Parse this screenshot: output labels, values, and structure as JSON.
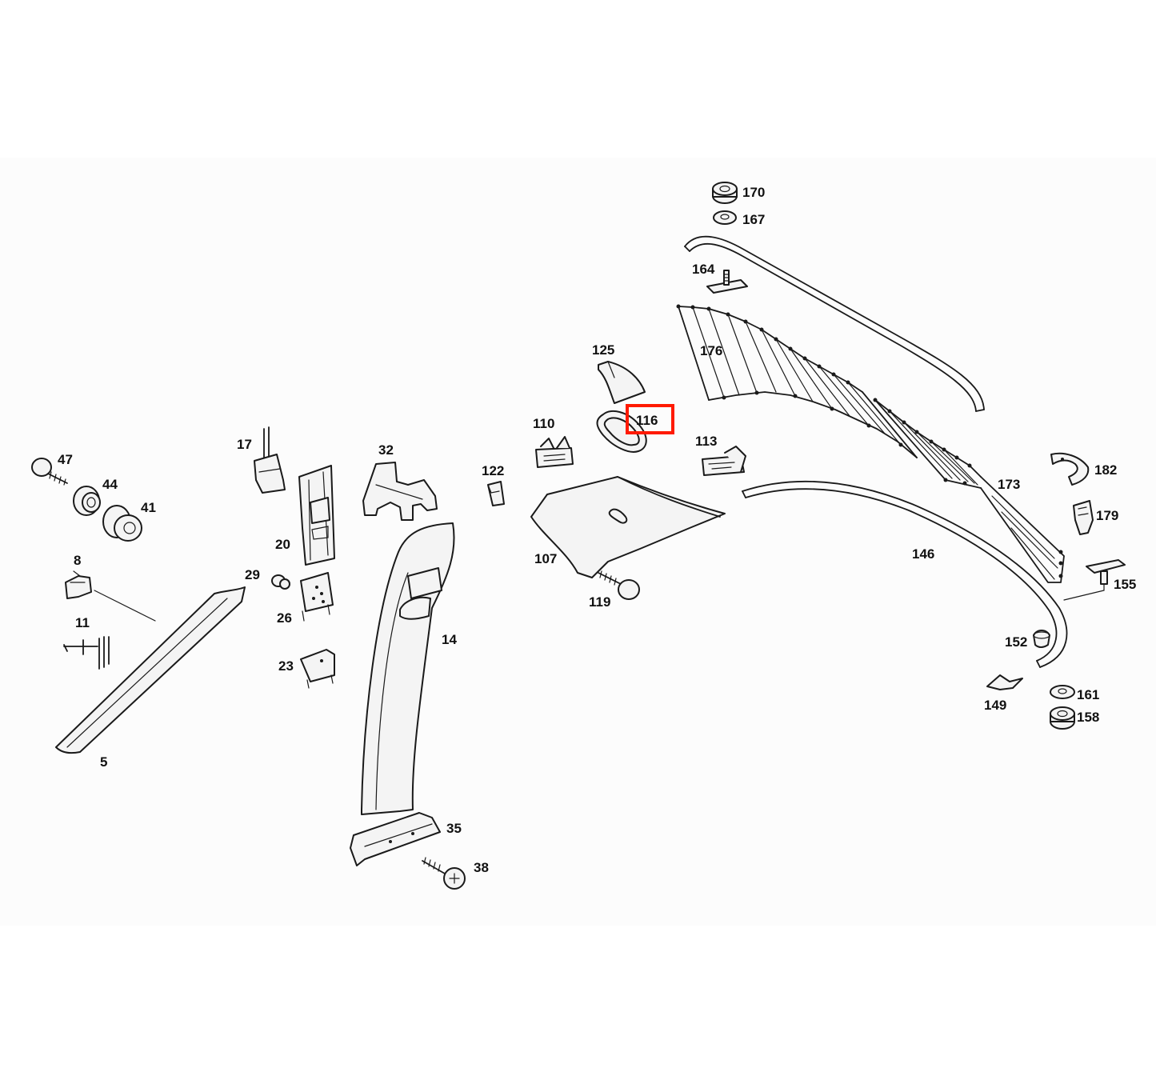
{
  "diagram": {
    "labels": {
      "p170": "170",
      "p167": "167",
      "p164": "164",
      "p176": "176",
      "p125": "125",
      "p116": "116",
      "p110": "110",
      "p113": "113",
      "p182": "182",
      "p173": "173",
      "p179": "179",
      "p155": "155",
      "p146": "146",
      "p107": "107",
      "p119": "119",
      "p122": "122",
      "p152": "152",
      "p161": "161",
      "p158": "158",
      "p149": "149",
      "p47": "47",
      "p44": "44",
      "p41": "41",
      "p17": "17",
      "p32": "32",
      "p20": "20",
      "p29": "29",
      "p26": "26",
      "p23": "23",
      "p14": "14",
      "p8": "8",
      "p11": "11",
      "p5": "5",
      "p35": "35",
      "p38": "38"
    },
    "highlighted_part": "116",
    "highlight_color": "#ff1a00"
  }
}
